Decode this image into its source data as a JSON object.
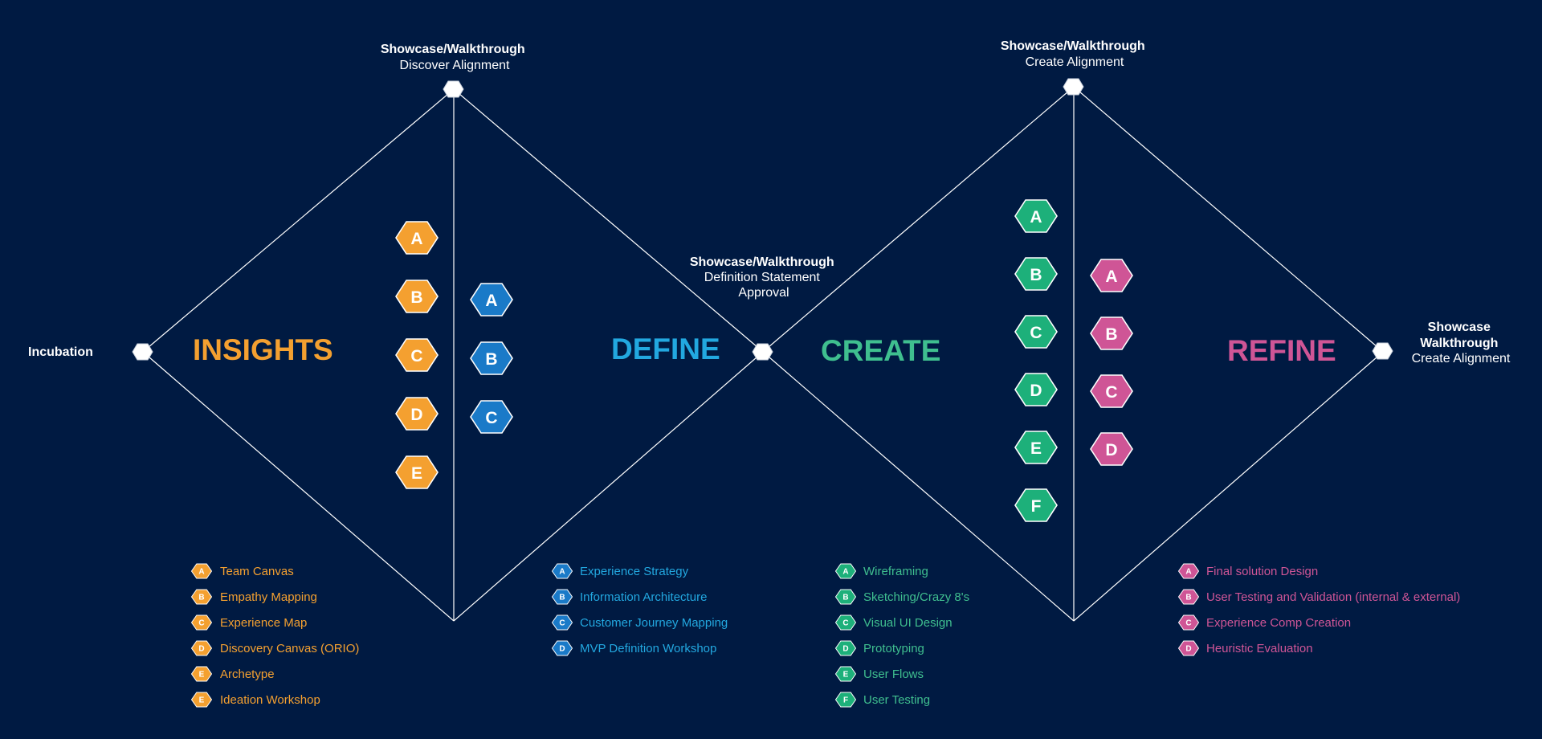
{
  "colors": {
    "background": "#001a42",
    "insights": "#f4a030",
    "define_hex": "#1a7ac8",
    "define_text": "#22a8e0",
    "create": "#1db07a",
    "create_text": "#3fbf8f",
    "refine": "#cf5596",
    "line": "#ffffff"
  },
  "milestones": {
    "incubation": {
      "title": "Incubation"
    },
    "discover": {
      "title": "Showcase/Walkthrough",
      "lines": [
        "Discover Alignment"
      ]
    },
    "definition": {
      "title": "Showcase/Walkthrough",
      "lines": [
        "Definition Statement",
        "Approval"
      ]
    },
    "create": {
      "title": "Showcase/Walkthrough",
      "lines": [
        "Create Alignment"
      ]
    },
    "final": {
      "title_lines": [
        "Showcase",
        "Walkthrough"
      ],
      "lines": [
        "Create Alignment"
      ]
    }
  },
  "phases": {
    "insights": "INSIGHTS",
    "define": "DEFINE",
    "create": "CREATE",
    "refine": "REFINE"
  },
  "hexes": {
    "insights": [
      "A",
      "B",
      "C",
      "D",
      "E"
    ],
    "define": [
      "A",
      "B",
      "C"
    ],
    "create": [
      "A",
      "B",
      "C",
      "D",
      "E",
      "F"
    ],
    "refine": [
      "A",
      "B",
      "C",
      "D"
    ]
  },
  "legends": {
    "insights": [
      {
        "letter": "A",
        "text": "Team Canvas"
      },
      {
        "letter": "B",
        "text": "Empathy Mapping"
      },
      {
        "letter": "C",
        "text": "Experience Map"
      },
      {
        "letter": "D",
        "text": "Discovery Canvas (ORIO)"
      },
      {
        "letter": "E",
        "text": "Archetype"
      },
      {
        "letter": "E",
        "text": "Ideation Workshop"
      }
    ],
    "define": [
      {
        "letter": "A",
        "text": "Experience Strategy"
      },
      {
        "letter": "B",
        "text": "Information Architecture"
      },
      {
        "letter": "C",
        "text": "Customer Journey Mapping"
      },
      {
        "letter": "D",
        "text": "MVP Definition Workshop"
      }
    ],
    "create": [
      {
        "letter": "A",
        "text": "Wireframing"
      },
      {
        "letter": "B",
        "text": "Sketching/Crazy 8's"
      },
      {
        "letter": "C",
        "text": "Visual UI Design"
      },
      {
        "letter": "D",
        "text": "Prototyping"
      },
      {
        "letter": "E",
        "text": "User Flows"
      },
      {
        "letter": "F",
        "text": "User Testing"
      }
    ],
    "refine": [
      {
        "letter": "A",
        "text": "Final solution Design"
      },
      {
        "letter": "B",
        "text": "User Testing and Validation (internal & external)"
      },
      {
        "letter": "C",
        "text": "Experience Comp Creation"
      },
      {
        "letter": "D",
        "text": "Heuristic Evaluation"
      }
    ]
  }
}
